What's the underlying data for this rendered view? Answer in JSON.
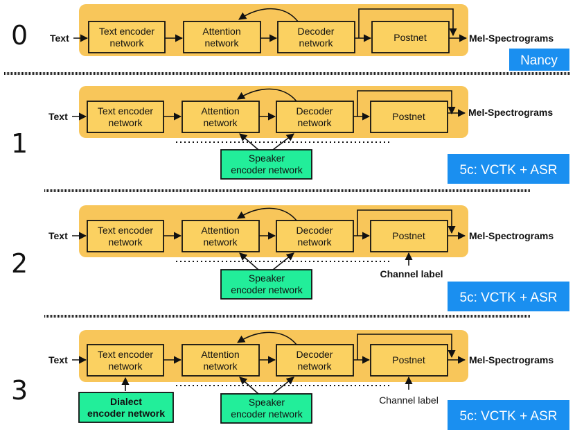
{
  "rows": [
    {
      "number": "0",
      "input_label": "Text",
      "text_encoder": [
        "Text encoder",
        "network"
      ],
      "attention": [
        "Attention",
        "network"
      ],
      "decoder": [
        "Decoder",
        "network"
      ],
      "postnet": "Postnet",
      "output_label": "Mel-Spectrograms",
      "badge": "Nancy"
    },
    {
      "number": "1",
      "input_label": "Text",
      "text_encoder": [
        "Text encoder",
        "network"
      ],
      "attention": [
        "Attention",
        "network"
      ],
      "decoder": [
        "Decoder",
        "network"
      ],
      "postnet": "Postnet",
      "output_label": "Mel-Spectrograms",
      "speaker_encoder": [
        "Speaker",
        "encoder network"
      ],
      "badge": "5c: VCTK + ASR"
    },
    {
      "number": "2",
      "input_label": "Text",
      "text_encoder": [
        "Text encoder",
        "network"
      ],
      "attention": [
        "Attention",
        "network"
      ],
      "decoder": [
        "Decoder",
        "network"
      ],
      "postnet": "Postnet",
      "output_label": "Mel-Spectrograms",
      "speaker_encoder": [
        "Speaker",
        "encoder network"
      ],
      "channel_label": "Channel label",
      "badge": "5c: VCTK + ASR"
    },
    {
      "number": "3",
      "input_label": "Text",
      "text_encoder": [
        "Text encoder",
        "network"
      ],
      "attention": [
        "Attention",
        "network"
      ],
      "decoder": [
        "Decoder",
        "network"
      ],
      "postnet": "Postnet",
      "output_label": "Mel-Spectrograms",
      "speaker_encoder": [
        "Speaker",
        "encoder network"
      ],
      "dialect_encoder": [
        "Dialect",
        "encoder network"
      ],
      "channel_label": "Channel label",
      "badge": "5c: VCTK + ASR"
    }
  ]
}
